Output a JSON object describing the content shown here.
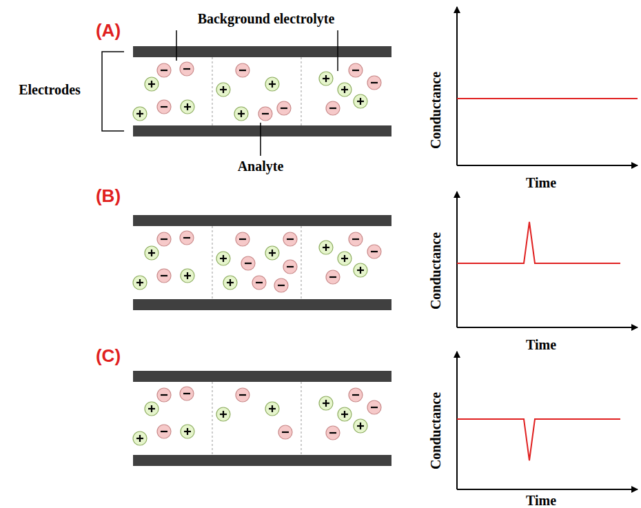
{
  "diagram": {
    "labels": [
      "(A)",
      "Background electrolyte",
      "Electrodes",
      "Analyte",
      "Conductance",
      "Time",
      "(B)",
      "Conductance",
      "Time",
      "(C)",
      "Conductance",
      "Time"
    ]
  }
}
